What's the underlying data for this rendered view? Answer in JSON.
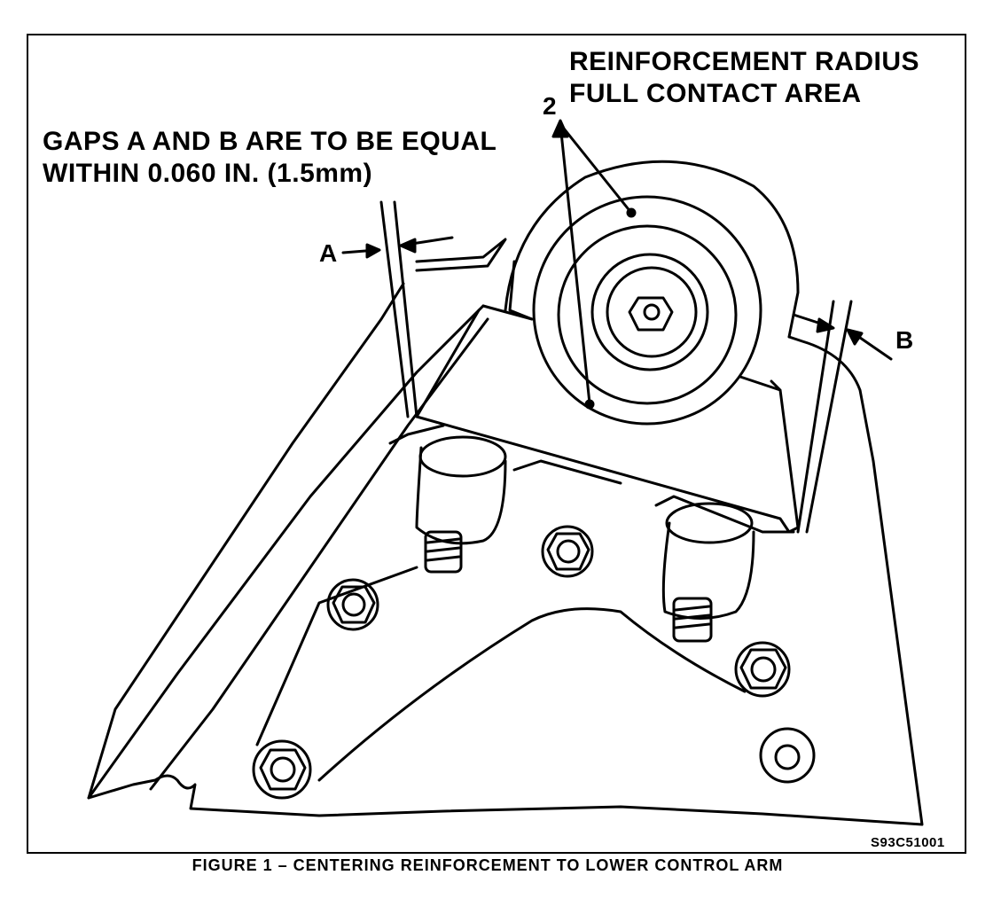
{
  "figure": {
    "reinforcement_label_line1": "REINFORCEMENT RADIUS",
    "reinforcement_label_line2": "FULL CONTACT AREA",
    "callout_number": "2",
    "gaps_note_line1": "GAPS A AND B ARE TO BE EQUAL",
    "gaps_note_line2": "WITHIN 0.060 IN. (1.5mm)",
    "gap_a_label": "A",
    "gap_b_label": "B",
    "figure_code": "S93C51001",
    "caption": "FIGURE 1 – CENTERING REINFORCEMENT TO LOWER CONTROL ARM"
  }
}
